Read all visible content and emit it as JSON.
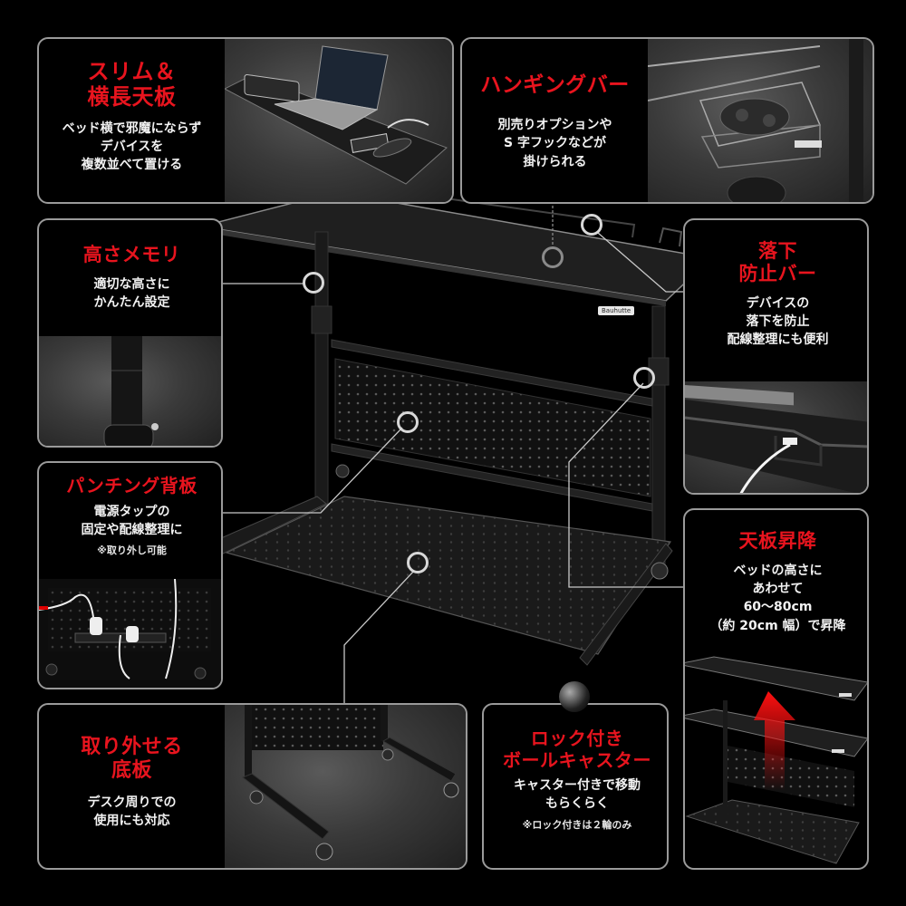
{
  "brand": "Bauhutte",
  "colors": {
    "background": "#000000",
    "accent_red": "#e8141e",
    "panel_border": "#9a9a9a",
    "text_white": "#f2f2f2",
    "callout_line": "#d8d8d8"
  },
  "panels": [
    {
      "id": "slim-wide-top",
      "title": "スリム＆\n横長天板",
      "title_lines": [
        "スリム＆",
        "横長天板"
      ],
      "desc_lines": [
        "ベッド横で邪魔にならず",
        "デバイスを",
        "複数並べて置ける"
      ],
      "photo": "desk-top-with-laptop-tablet-phone"
    },
    {
      "id": "hanging-bar",
      "title_lines": [
        "ハンギングバー"
      ],
      "desc_lines": [
        "別売りオプションや",
        "S 字フックなどが",
        "掛けられる"
      ],
      "photo": "wire-basket-with-game-controller"
    },
    {
      "id": "height-memory",
      "title_lines": [
        "高さメモリ"
      ],
      "desc_lines": [
        "適切な高さに",
        "かんたん設定"
      ],
      "photo": "height-adjust-pole-closeup"
    },
    {
      "id": "anti-drop-bar",
      "title_lines": [
        "落下",
        "防止バー"
      ],
      "desc_lines": [
        "デバイスの",
        "落下を防止",
        "配線整理にも便利"
      ],
      "photo": "desk-edge-bar-with-cable"
    },
    {
      "id": "punching-back-panel",
      "title_lines": [
        "パンチング背板"
      ],
      "desc_lines": [
        "電源タップの",
        "固定や配線整理に"
      ],
      "note": "※取り外し可能",
      "photo": "power-strip-on-back-panel"
    },
    {
      "id": "top-height-adjust",
      "title_lines": [
        "天板昇降"
      ],
      "desc_lines": [
        "ベッドの高さに",
        "あわせて",
        "60～80cm",
        "（約 20cm 幅）で昇降"
      ],
      "photo": "desk-raised-and-lowered-with-red-arrow"
    },
    {
      "id": "removable-bottom-board",
      "title_lines": [
        "取り外せる",
        "底板"
      ],
      "desc_lines": [
        "デスク周りでの",
        "使用にも対応"
      ],
      "photo": "frame-base-with-casters"
    },
    {
      "id": "locking-ball-casters",
      "title_lines": [
        "ロック付き",
        "ボールキャスター"
      ],
      "desc_lines": [
        "キャスター付きで移動",
        "もらくらく"
      ],
      "note": "※ロック付きは２輪のみ",
      "photo": "ball-caster"
    }
  ]
}
